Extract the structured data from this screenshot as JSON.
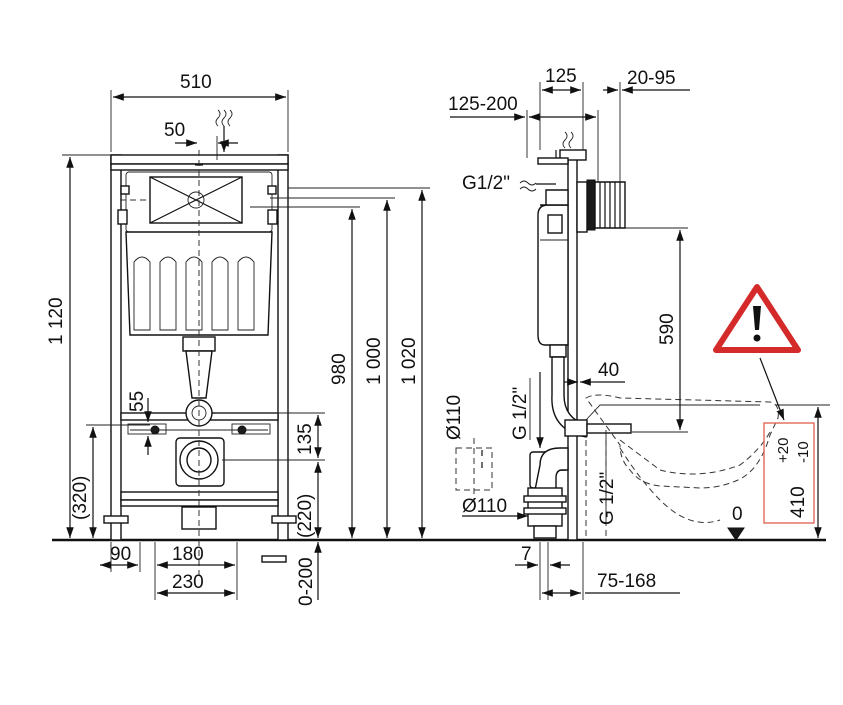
{
  "front_view": {
    "width": "510",
    "top_offset": "50",
    "total_height": "1 120",
    "h_980": "980",
    "h_1000": "1 000",
    "h_1020": "1 020",
    "d_55": "55",
    "d_135": "135",
    "d_320": "(320)",
    "d_220": "(220)",
    "d_90": "90",
    "d_180": "180",
    "d_230": "230",
    "d_0_200": "0-200"
  },
  "side_view": {
    "d_125": "125",
    "d_20_95": "20-95",
    "d_125_200": "125-200",
    "g12_top": "G1/2\"",
    "d_590": "590",
    "d_40": "40",
    "phi110_upper": "Ø110",
    "g12_left": "G 1/2\"",
    "g12_right": "G 1/2\"",
    "phi110_lower": "Ø110",
    "d_7": "7",
    "d_75_168": "75-168",
    "zero_level": "0",
    "h_410": "410",
    "tol_plus": "+20",
    "tol_minus": "-10"
  },
  "colors": {
    "line": "#111111",
    "warning_red": "#d42a2a",
    "tolerance_box": "#e06a5a"
  },
  "icons": [
    "warning-triangle-icon",
    "water-supply-icon"
  ]
}
